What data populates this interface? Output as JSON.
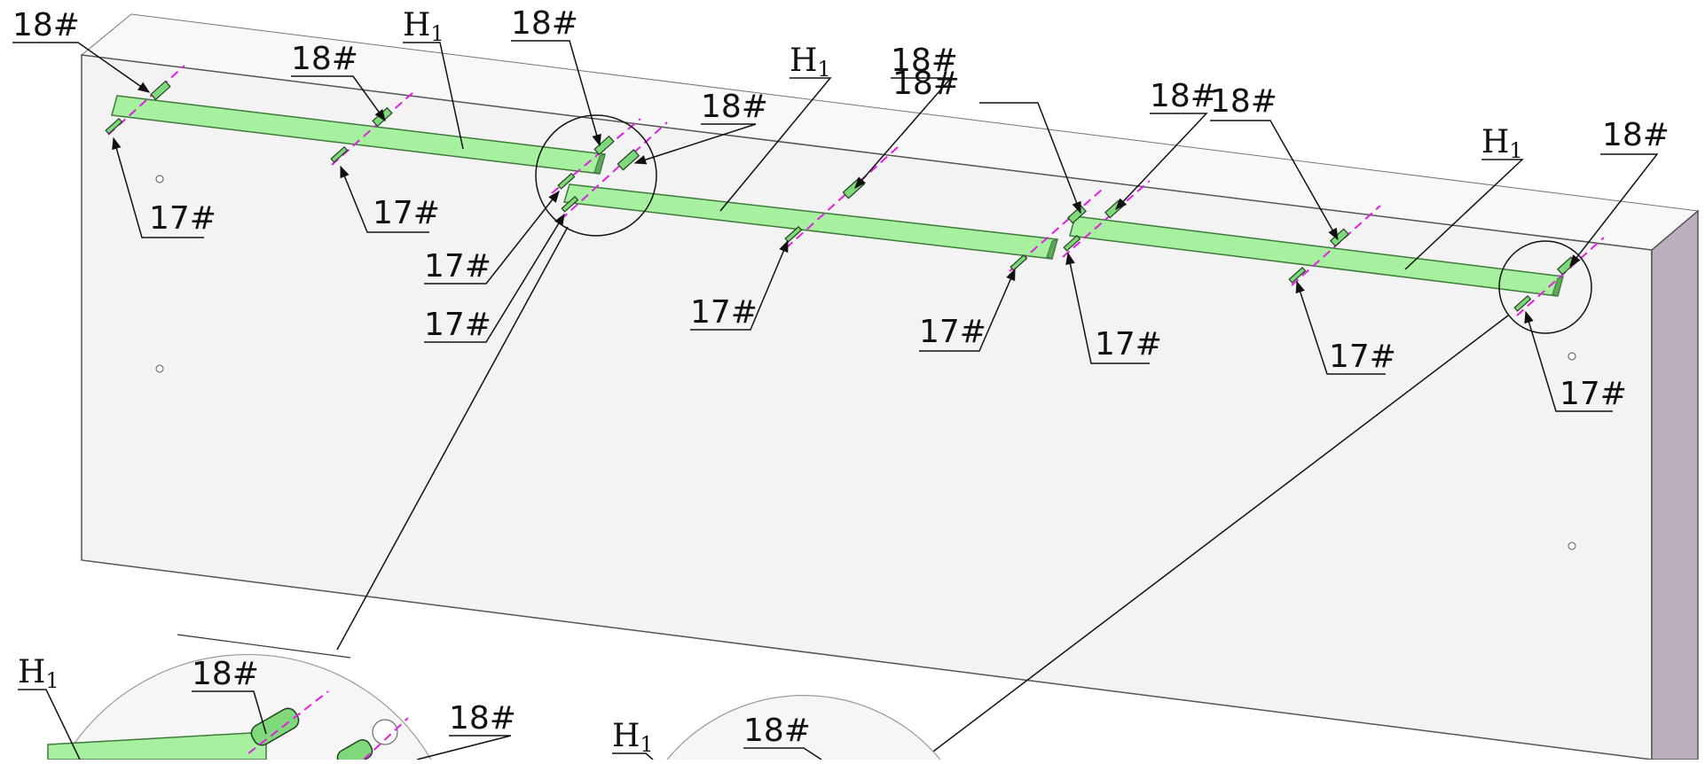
{
  "labels": {
    "hanger": "18#",
    "pin": "17#",
    "channel": "H",
    "channel_sub": "1"
  },
  "colors": {
    "panel_face": "#f3f3f3",
    "panel_top": "#f8f8f8",
    "panel_side": "#bdaebf",
    "channel_fill": "#a6f0a0",
    "channel_dark": "#5fa85a",
    "axis_line": "#e020e0",
    "line": "#111111"
  }
}
